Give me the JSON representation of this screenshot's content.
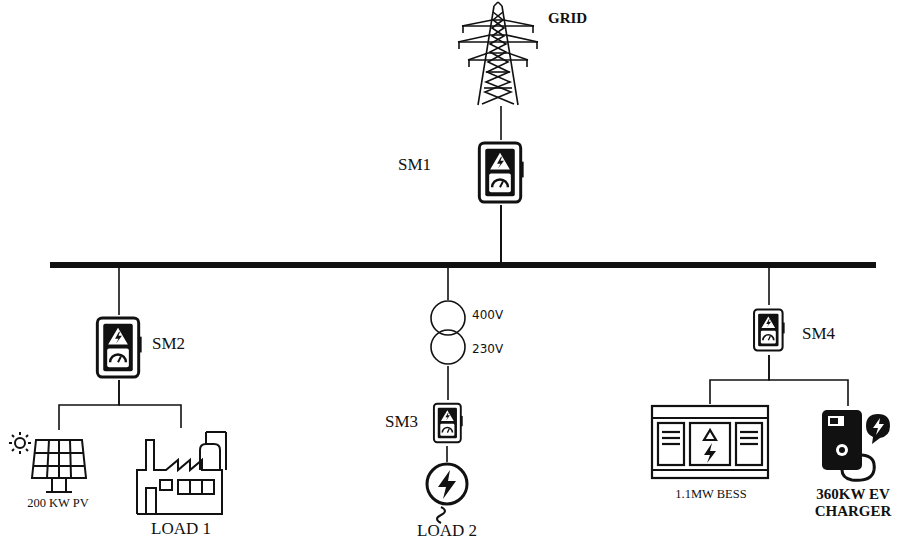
{
  "diagram": {
    "nodes": [
      {
        "text": [
          "GRID"
        ]
      },
      {
        "text": [
          "SM1"
        ]
      },
      {
        "text": [
          "SM2"
        ]
      },
      {
        "text": [
          "400V",
          "230V"
        ]
      },
      {
        "text": [
          "SM3"
        ]
      },
      {
        "text": [
          "SM4"
        ]
      },
      {
        "text": [
          "200 KW PV"
        ]
      },
      {
        "text": [
          "LOAD 1"
        ]
      },
      {
        "text": [
          "LOAD 2"
        ]
      },
      {
        "text": [
          "1.1MW BESS"
        ]
      },
      {
        "text": [
          "360KW EV CHARGER"
        ]
      }
    ],
    "edges": [
      {
        "from": 0,
        "to": 1,
        "arrow": "none"
      },
      {
        "from": 1,
        "to": 2,
        "arrow": "none"
      },
      {
        "from": 1,
        "to": 3,
        "arrow": "none"
      },
      {
        "from": 1,
        "to": 5,
        "arrow": "none"
      },
      {
        "from": 3,
        "to": 4,
        "arrow": "none"
      },
      {
        "from": 4,
        "to": 8,
        "arrow": "none"
      },
      {
        "from": 2,
        "to": 6,
        "arrow": "none"
      },
      {
        "from": 2,
        "to": 7,
        "arrow": "none"
      },
      {
        "from": 5,
        "to": 9,
        "arrow": "none"
      },
      {
        "from": 5,
        "to": 10,
        "arrow": "none"
      }
    ]
  }
}
